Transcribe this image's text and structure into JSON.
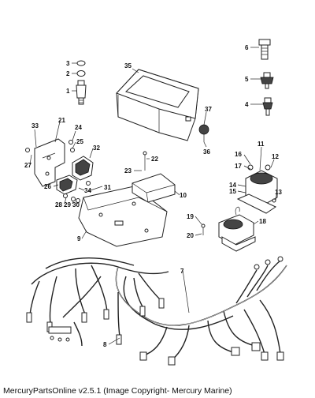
{
  "callouts": [
    {
      "id": "p1",
      "text": "1"
    },
    {
      "id": "p2",
      "text": "2"
    },
    {
      "id": "p3",
      "text": "3"
    },
    {
      "id": "p4",
      "text": "4"
    },
    {
      "id": "p5",
      "text": "5"
    },
    {
      "id": "p6",
      "text": "6"
    },
    {
      "id": "p7",
      "text": "7"
    },
    {
      "id": "p8",
      "text": "8"
    },
    {
      "id": "p9",
      "text": "9"
    },
    {
      "id": "p10",
      "text": "10"
    },
    {
      "id": "p11",
      "text": "11"
    },
    {
      "id": "p12",
      "text": "12"
    },
    {
      "id": "p13",
      "text": "13"
    },
    {
      "id": "p14",
      "text": "14"
    },
    {
      "id": "p15",
      "text": "15"
    },
    {
      "id": "p16",
      "text": "16"
    },
    {
      "id": "p17",
      "text": "17"
    },
    {
      "id": "p18",
      "text": "18"
    },
    {
      "id": "p19",
      "text": "19"
    },
    {
      "id": "p20",
      "text": "20"
    },
    {
      "id": "p21",
      "text": "21"
    },
    {
      "id": "p22",
      "text": "22"
    },
    {
      "id": "p23",
      "text": "23"
    },
    {
      "id": "p24",
      "text": "24"
    },
    {
      "id": "p25",
      "text": "25"
    },
    {
      "id": "p26",
      "text": "26"
    },
    {
      "id": "p27",
      "text": "27"
    },
    {
      "id": "p28",
      "text": "28"
    },
    {
      "id": "p29",
      "text": "29"
    },
    {
      "id": "p30",
      "text": "30"
    },
    {
      "id": "p31",
      "text": "31"
    },
    {
      "id": "p32",
      "text": "32"
    },
    {
      "id": "p33",
      "text": "33"
    },
    {
      "id": "p34",
      "text": "34"
    },
    {
      "id": "p35",
      "text": "35"
    },
    {
      "id": "p36",
      "text": "36"
    },
    {
      "id": "p37",
      "text": "37"
    }
  ],
  "footer": "MercuryPartsOnline v2.5.1 (Image Copyright- Mercury Marine)"
}
